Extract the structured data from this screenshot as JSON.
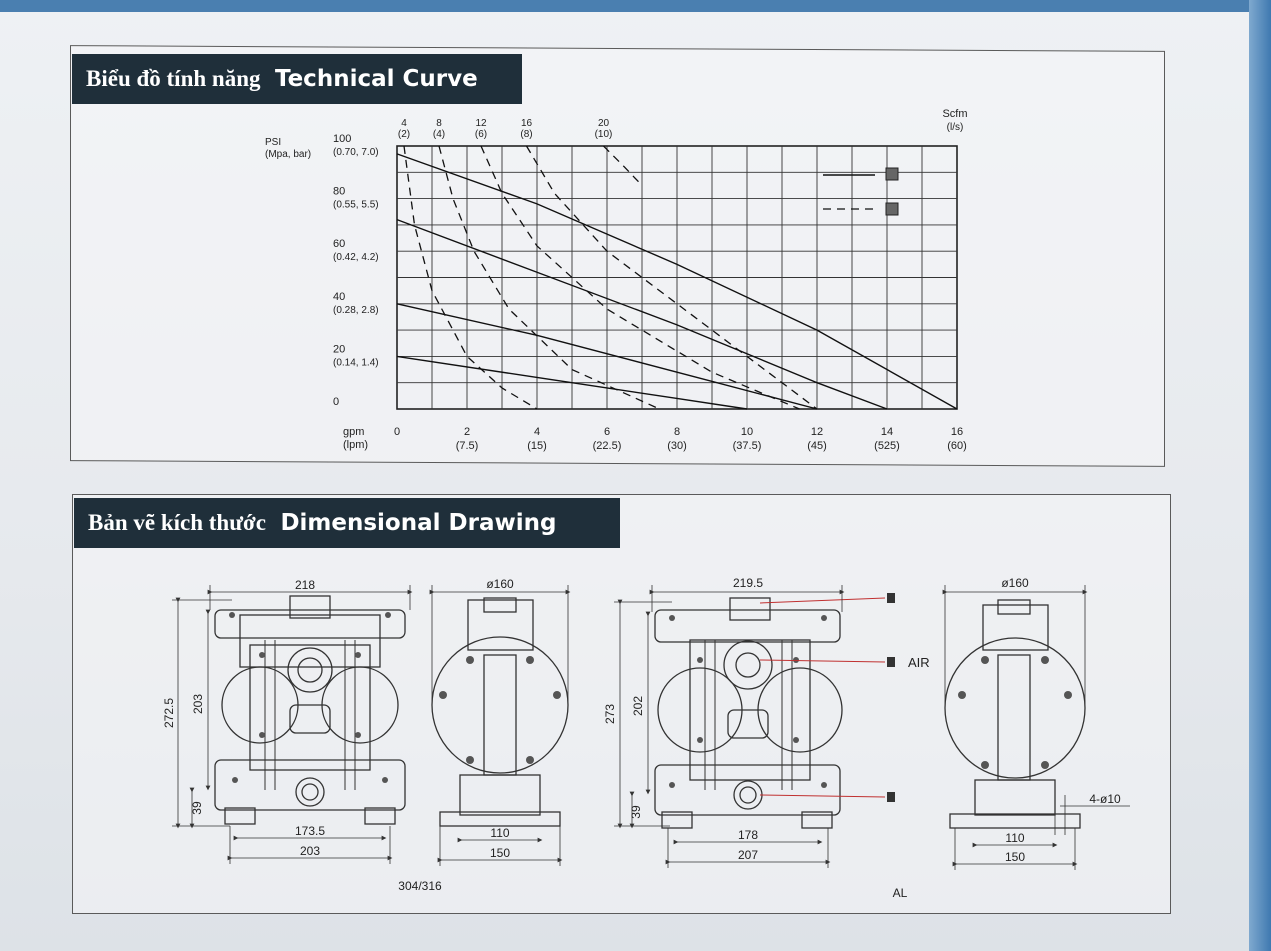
{
  "sections": {
    "curve": {
      "title_vn": "Biểu đồ tính năng",
      "title_en": "Technical Curve"
    },
    "drawing": {
      "title_vn": "Bản vẽ kích thước",
      "title_en": "Dimensional Drawing"
    }
  },
  "chart_data": {
    "type": "line",
    "ylabel": [
      "PSI",
      "(Mpa, bar)"
    ],
    "xlabel": [
      "gpm",
      "(lpm)"
    ],
    "top_axis_label": [
      "Scfm",
      "(l/s)"
    ],
    "xlim": [
      0,
      16
    ],
    "ylim": [
      0,
      100
    ],
    "x_ticks": [
      {
        "v": 0,
        "top": "0",
        "bottom": ""
      },
      {
        "v": 2,
        "top": "2",
        "bottom": "(7.5)"
      },
      {
        "v": 4,
        "top": "4",
        "bottom": "(15)"
      },
      {
        "v": 6,
        "top": "6",
        "bottom": "(22.5)"
      },
      {
        "v": 8,
        "top": "8",
        "bottom": "(30)"
      },
      {
        "v": 10,
        "top": "10",
        "bottom": "(37.5)"
      },
      {
        "v": 12,
        "top": "12",
        "bottom": "(45)"
      },
      {
        "v": 14,
        "top": "14",
        "bottom": "(525)"
      },
      {
        "v": 16,
        "top": "16",
        "bottom": "(60)"
      }
    ],
    "y_ticks": [
      {
        "v": 100,
        "top": "100",
        "bottom": "(0.70, 7.0)"
      },
      {
        "v": 80,
        "top": "80",
        "bottom": "(0.55, 5.5)"
      },
      {
        "v": 60,
        "top": "60",
        "bottom": "(0.42, 4.2)"
      },
      {
        "v": 40,
        "top": "40",
        "bottom": "(0.28, 2.8)"
      },
      {
        "v": 20,
        "top": "20",
        "bottom": "(0.14, 1.4)"
      },
      {
        "v": 0,
        "top": "0",
        "bottom": ""
      }
    ],
    "top_ticks": [
      {
        "x": 0.2,
        "top": "4",
        "bottom": "(2)"
      },
      {
        "x": 1.2,
        "top": "8",
        "bottom": "(4)"
      },
      {
        "x": 2.4,
        "top": "12",
        "bottom": "(6)"
      },
      {
        "x": 3.7,
        "top": "16",
        "bottom": "(8)"
      },
      {
        "x": 5.9,
        "top": "20",
        "bottom": "(10)"
      }
    ],
    "grid": true,
    "solid_lines": [
      {
        "x": [
          0,
          4,
          8,
          12,
          16
        ],
        "y": [
          97,
          78,
          55,
          30,
          0
        ]
      },
      {
        "x": [
          0,
          4,
          8,
          12,
          14
        ],
        "y": [
          72,
          52,
          32,
          10,
          0
        ]
      },
      {
        "x": [
          0,
          4,
          8,
          12
        ],
        "y": [
          40,
          28,
          14,
          0
        ]
      },
      {
        "x": [
          0,
          4,
          8,
          10
        ],
        "y": [
          20,
          12,
          4,
          0
        ]
      }
    ],
    "dashed_lines": [
      {
        "x": [
          0.2,
          0.5,
          1.0,
          2.0,
          3.0,
          4.0
        ],
        "y": [
          100,
          70,
          45,
          20,
          8,
          0
        ]
      },
      {
        "x": [
          1.2,
          1.6,
          2.2,
          3.2,
          5.0,
          7.5
        ],
        "y": [
          100,
          80,
          60,
          38,
          15,
          0
        ]
      },
      {
        "x": [
          2.4,
          3.0,
          4.0,
          6.0,
          9.0,
          11.5
        ],
        "y": [
          100,
          82,
          62,
          38,
          14,
          0
        ]
      },
      {
        "x": [
          3.7,
          4.5,
          6.0,
          8.5,
          11.0,
          12.0
        ],
        "y": [
          100,
          82,
          60,
          35,
          10,
          0
        ]
      },
      {
        "x": [
          5.9,
          6.5,
          7.0
        ],
        "y": [
          100,
          92,
          85
        ]
      }
    ],
    "legend": {
      "position": "top-right",
      "entries": [
        "",
        ""
      ]
    }
  },
  "drawing": {
    "ss": {
      "front": {
        "width": "218",
        "total_h": "272.5",
        "inner_h": "203",
        "base_h": "39",
        "bottom1": "173.5",
        "bottom2": "203"
      },
      "side": {
        "diameter": "ø160",
        "b1": "110",
        "b2": "150"
      },
      "material": "304/316"
    },
    "al": {
      "front": {
        "width": "219.5",
        "total_h": "273",
        "inner_h": "202",
        "base_h": "39",
        "bottom1": "178",
        "bottom2": "207"
      },
      "side": {
        "diameter": "ø160",
        "b1": "110",
        "b2": "150",
        "hole": "4-ø10"
      },
      "callout_air": "AIR",
      "material": "AL"
    }
  }
}
